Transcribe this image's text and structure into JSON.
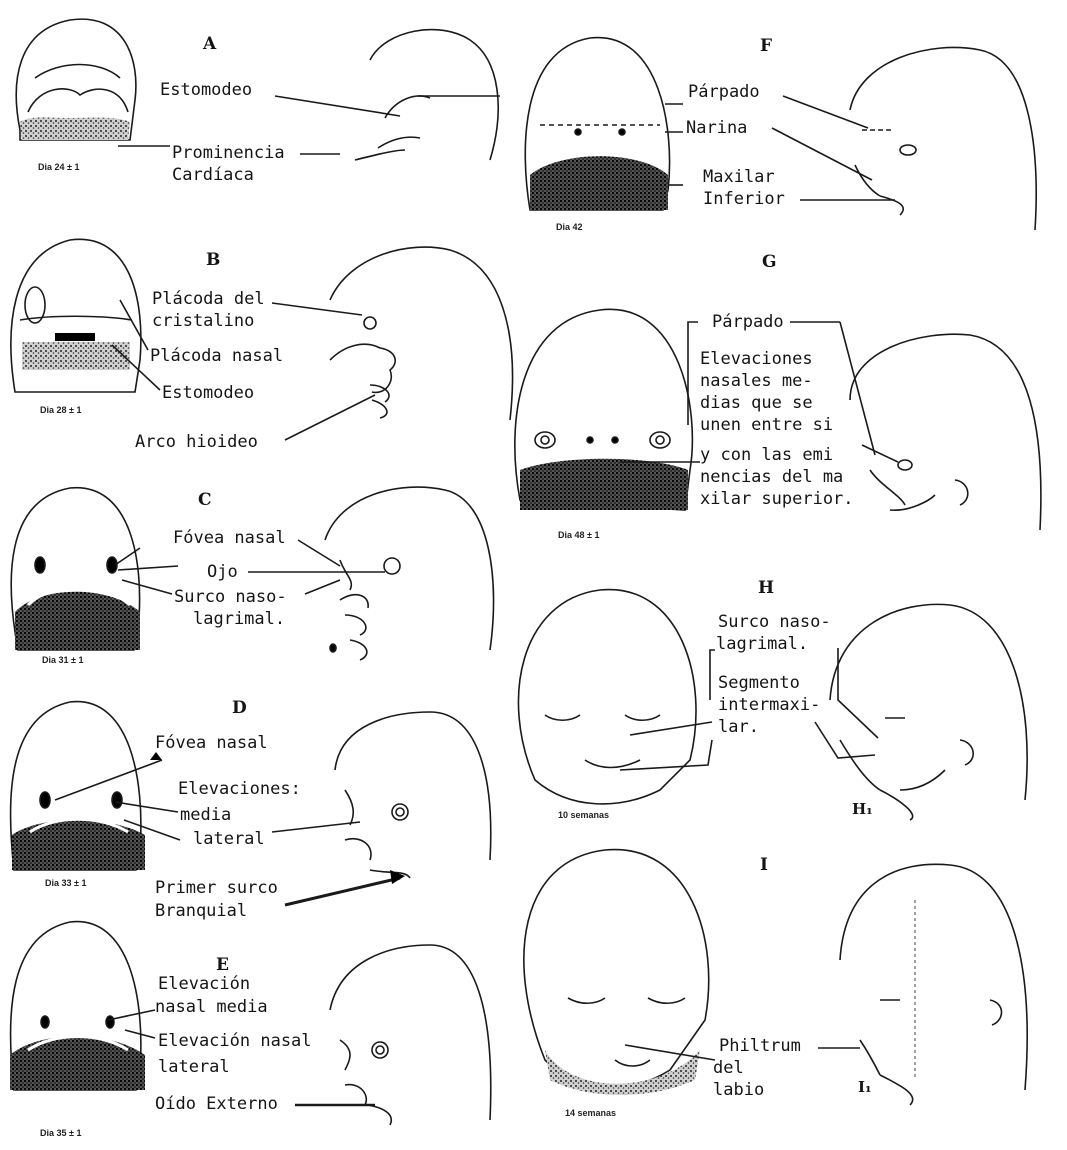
{
  "panels": {
    "A": {
      "letter": "A",
      "age": "Dia 24 ± 1",
      "labels": [
        "Estomodeo",
        "Prominencia",
        "Cardíaca"
      ]
    },
    "B": {
      "letter": "B",
      "age": "Dia 28 ± 1",
      "labels": [
        "Plácoda del",
        "cristalino",
        "Plácoda nasal",
        "Estomodeo",
        "Arco hioideo"
      ]
    },
    "C": {
      "letter": "C",
      "age": "Dia 31 ± 1",
      "labels": [
        "Fóvea nasal",
        "Ojo",
        "Surco naso-",
        "lagrimal."
      ]
    },
    "D": {
      "letter": "D",
      "age": "Dia 33 ± 1",
      "labels": [
        "Fóvea nasal",
        "Elevaciones:",
        "media",
        "lateral",
        "Primer surco",
        "Branquial"
      ]
    },
    "E": {
      "letter": "E",
      "age": "Dia 35 ± 1",
      "labels": [
        "Elevación",
        "nasal media",
        "Elevación nasal",
        "lateral",
        "Oído Externo"
      ]
    },
    "F": {
      "letter": "F",
      "age": "Dia 42",
      "labels": [
        "Párpado",
        "Narina",
        "Maxilar",
        "Inferior"
      ]
    },
    "G": {
      "letter": "G",
      "age": "Dia 48 ± 1",
      "labels": [
        "Párpado",
        "Elevaciones",
        "nasales me-",
        "dias que se",
        "unen entre si",
        "y con las emi",
        "nencias del ma",
        "xilar superior."
      ]
    },
    "H": {
      "letter": "H",
      "age": "10 semanas",
      "sub": "H₁",
      "labels": [
        "Surco naso-",
        "lagrimal.",
        "Segmento",
        "intermaxi-",
        "lar."
      ]
    },
    "I": {
      "letter": "I",
      "age": "14 semanas",
      "sub": "I₁",
      "labels": [
        "Philtrum",
        "del",
        "labio"
      ]
    }
  }
}
